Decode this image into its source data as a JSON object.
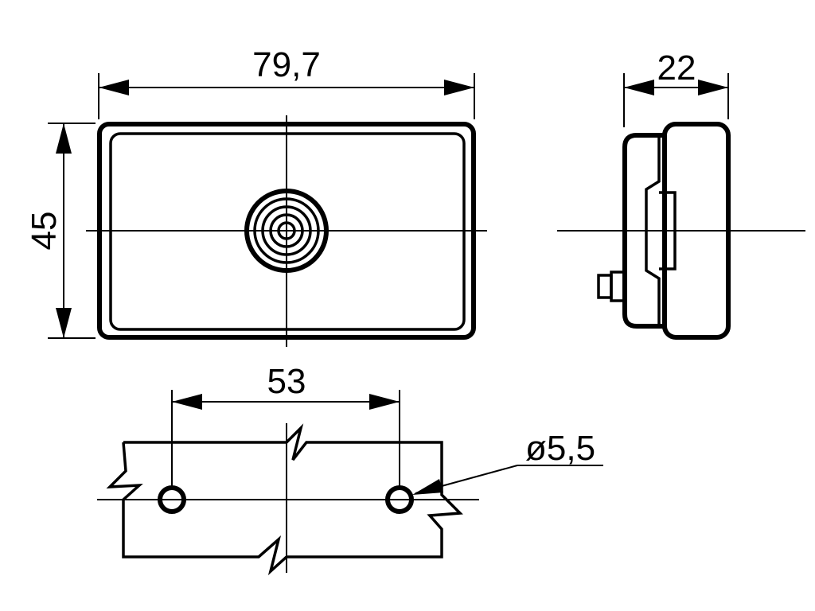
{
  "dimensions": {
    "width": "79,7",
    "height": "45",
    "depth": "22",
    "hole_spacing": "53",
    "hole_diameter": "ø5,5"
  },
  "colors": {
    "line": "#000000",
    "background": "#ffffff"
  }
}
